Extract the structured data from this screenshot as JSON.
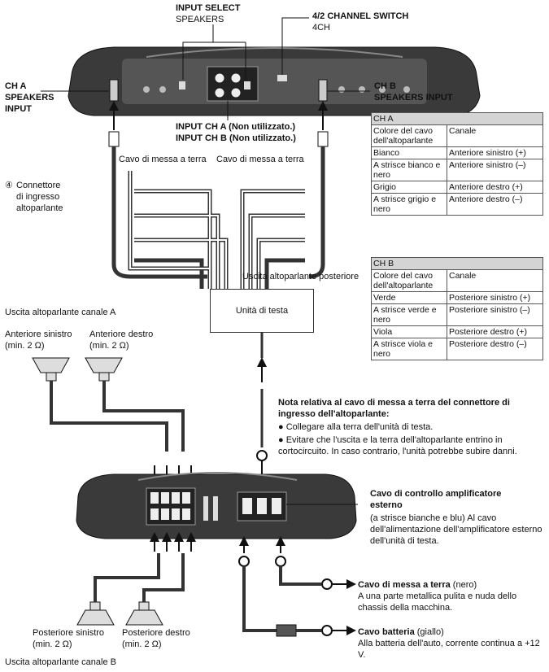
{
  "labels": {
    "input_select": "INPUT SELECT",
    "speakers": "SPEAKERS",
    "channel_switch": "4/2 CHANNEL SWITCH",
    "four_ch": "4CH",
    "ch_a_speakers_input": [
      "CH A",
      "SPEAKERS",
      "INPUT"
    ],
    "ch_b_speakers_input": [
      "CH B",
      "SPEAKERS INPUT"
    ],
    "input_ch_a": "INPUT CH A (Non utilizzato.)",
    "input_ch_b": "INPUT CH B (Non utilizzato.)",
    "ground_cable_left": "Cavo di messa a terra",
    "ground_cable_right": "Cavo di messa a terra",
    "connector_num": "④",
    "connector_text": [
      "Connettore",
      "di ingresso",
      "altoparlante"
    ],
    "rear_output": "Uscita altoparlante posteriore",
    "head_unit": "Unità di testa",
    "output_a": "Uscita altoparlante canale A",
    "front_left": "Anteriore sinistro",
    "front_left_min": "(min. 2 Ω)",
    "front_right": "Anteriore destro",
    "front_right_min": "(min. 2 Ω)",
    "rear_left": "Posteriore sinistro",
    "rear_left_min": "(min. 2 Ω)",
    "rear_right": "Posteriore destro",
    "rear_right_min": "(min. 2 Ω)",
    "output_b": "Uscita altoparlante canale B"
  },
  "note": {
    "title": "Nota relativa al cavo di messa a terra del connettore di ingresso dell'altoparlante:",
    "bullet1": "Collegare alla terra dell'unità di testa.",
    "bullet2": "Evitare che l'uscita e la terra dell'altoparlante entrino in cortocircuito. In caso contrario, l'unità potrebbe subire danni."
  },
  "remote": {
    "title": "Cavo di controllo amplificatore esterno",
    "text": "(a strisce bianche e blu) Al cavo dell'alimentazione dell'amplificatore esterno dell'unità di testa."
  },
  "ground": {
    "title": "Cavo di messa a terra",
    "suffix": " (nero)",
    "text": "A una parte metallica pulita e nuda dello chassis della macchina."
  },
  "battery": {
    "title": "Cavo batteria",
    "suffix": " (giallo)",
    "text": "Alla batteria dell'auto, corrente continua a +12 V."
  },
  "table_a": {
    "title": "CH A",
    "rows": [
      [
        "Colore del cavo dell'altoparlante",
        "Canale"
      ],
      [
        "Bianco",
        "Anteriore sinistro (+)"
      ],
      [
        "A strisce bianco e nero",
        "Anteriore sinistro (–)"
      ],
      [
        "Grigio",
        "Anteriore destro (+)"
      ],
      [
        "A strisce grigio e nero",
        "Anteriore destro (–)"
      ]
    ]
  },
  "table_b": {
    "title": "CH B",
    "rows": [
      [
        "Colore del cavo dell'altoparlante",
        "Canale"
      ],
      [
        "Verde",
        "Posteriore sinistro (+)"
      ],
      [
        "A strisce verde e nero",
        "Posteriore sinistro (–)"
      ],
      [
        "Viola",
        "Posteriore destro (+)"
      ],
      [
        "A strisce viola e nero",
        "Posteriore destro (–)"
      ]
    ]
  }
}
